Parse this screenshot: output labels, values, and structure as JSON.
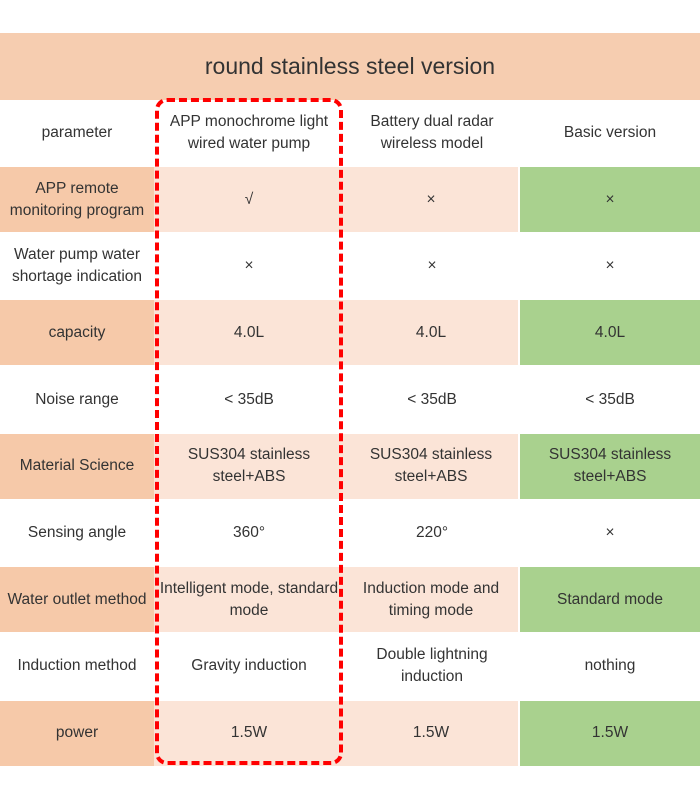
{
  "title": "round stainless steel version",
  "header": [
    "parameter",
    "APP monochrome light wired water pump",
    "Battery dual radar wireless model",
    "Basic version"
  ],
  "rows": [
    [
      "APP remote monitoring program",
      "√",
      "×",
      "×"
    ],
    [
      "Water pump water shortage indication",
      "×",
      "×",
      "×"
    ],
    [
      "capacity",
      "4.0L",
      "4.0L",
      "4.0L"
    ],
    [
      "Noise range",
      "< 35dB",
      "< 35dB",
      "< 35dB"
    ],
    [
      "Material Science",
      "SUS304 stainless steel+ABS",
      "SUS304 stainless steel+ABS",
      "SUS304 stainless steel+ABS"
    ],
    [
      "Sensing angle",
      "360°",
      "220°",
      "×"
    ],
    [
      "Water outlet method",
      "Intelligent mode, standard mode",
      "Induction mode and timing mode",
      "Standard mode"
    ],
    [
      "Induction method",
      "Gravity induction",
      "Double lightning induction",
      "nothing"
    ],
    [
      "power",
      "1.5W",
      "1.5W",
      "1.5W"
    ]
  ],
  "colors": {
    "header": "#f6cdb0",
    "param": "#f6c9a9",
    "light": "#fbe4d7",
    "green": "#a9d18e",
    "highlight": "#ff0000"
  }
}
